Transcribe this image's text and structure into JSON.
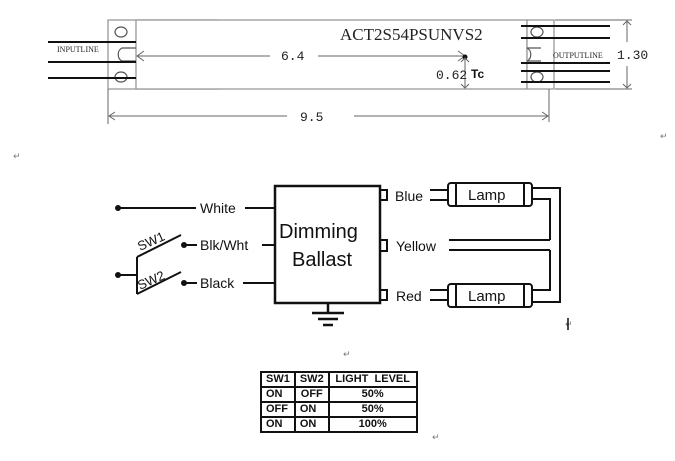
{
  "dimension_drawing": {
    "model": "ACT2S54PSUNVS2",
    "input_label": "INPUTLINE",
    "output_label": "OUTPUTLINE",
    "length_mounting": "6.4",
    "length_overall": "9.5",
    "height": "1.30",
    "tc_offset": "0.62",
    "tc_label": "Tc"
  },
  "wiring": {
    "ballast_line1": "Dimming",
    "ballast_line2": "Ballast",
    "inputs": [
      "White",
      "Blk/Wht",
      "Black"
    ],
    "switches": [
      "SW1",
      "SW2"
    ],
    "outputs": [
      "Blue",
      "Yellow",
      "Red"
    ],
    "lamps": [
      "Lamp",
      "Lamp"
    ]
  },
  "table": {
    "headers": [
      "SW1",
      "SW2",
      "LIGHT  LEVEL"
    ],
    "rows": [
      [
        "ON",
        "OFF",
        "50%"
      ],
      [
        "OFF",
        "ON",
        "50%"
      ],
      [
        "ON",
        "ON",
        "100%"
      ]
    ]
  },
  "paragraph_mark": "↵"
}
